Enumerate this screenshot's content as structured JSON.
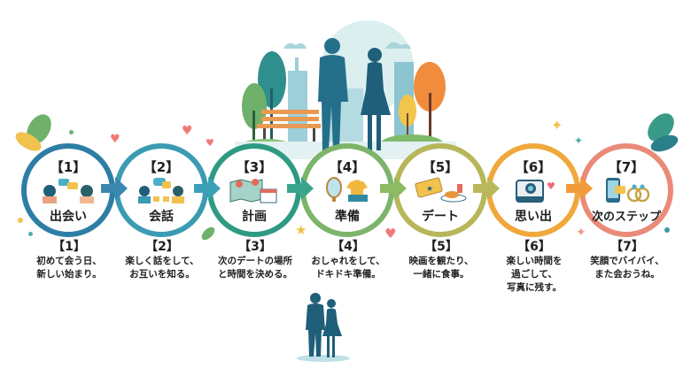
{
  "steps": [
    {
      "num": "【1】",
      "title": "出会い",
      "icon": "people-chat-icon",
      "color": "#2d7ea5",
      "desc": "初めて会う日、\n新しい始まり。"
    },
    {
      "num": "【2】",
      "title": "会話",
      "icon": "conversation-coffee-icon",
      "color": "#3a9bb3",
      "desc": "楽しく話をして、\nお互いを知る。"
    },
    {
      "num": "【3】",
      "title": "計画",
      "icon": "map-calendar-icon",
      "color": "#2f9a84",
      "desc": "次のデートの場所\nと時間を決める。"
    },
    {
      "num": "【4】",
      "title": "準備",
      "icon": "mirror-clothes-icon",
      "color": "#7cb46a",
      "desc": "おしゃれをして、\nドキドキ準備。"
    },
    {
      "num": "【5】",
      "title": "デート",
      "icon": "ticket-meal-icon",
      "color": "#b7b659",
      "desc": "映画を観たり、\n一緒に食事。"
    },
    {
      "num": "【6】",
      "title": "思い出",
      "icon": "camera-icon",
      "color": "#f0a83c",
      "desc": "楽しい時間を\n過ごして、\n写真に残す。"
    },
    {
      "num": "【7】",
      "title": "次のステップ",
      "icon": "phone-rings-icon",
      "color": "#ea8a78",
      "desc": "笑顔でバイバイ、\nまた会おうね。"
    }
  ],
  "arrow_colors": [
    "#3a87b0",
    "#3aa0b8",
    "#3aa58c",
    "#8cbb62",
    "#b9b85a",
    "#f39a3a"
  ],
  "colors": {
    "background": "#ffffff",
    "silhouette": "#1f5f7a",
    "text": "#1e1e1e"
  }
}
